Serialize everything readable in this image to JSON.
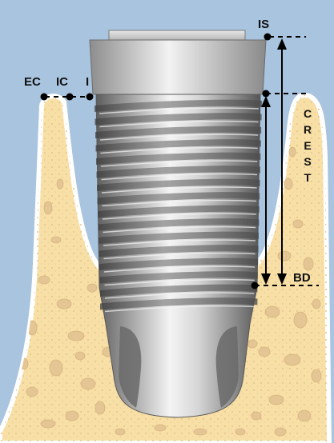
{
  "labels": {
    "ec": "EC",
    "ic": "IC",
    "i": "I",
    "is": "IS",
    "bd": "BD",
    "crest": [
      "C",
      "R",
      "E",
      "S",
      "T"
    ]
  },
  "colors": {
    "background": "#a9c4de",
    "bone": "#f7dfa6",
    "bone_edge": "#ffffff",
    "bone_void": "#e4c694",
    "implant_dark": "#5e5e5e",
    "implant_light": "#f4f4f4",
    "marker": "#000000"
  }
}
